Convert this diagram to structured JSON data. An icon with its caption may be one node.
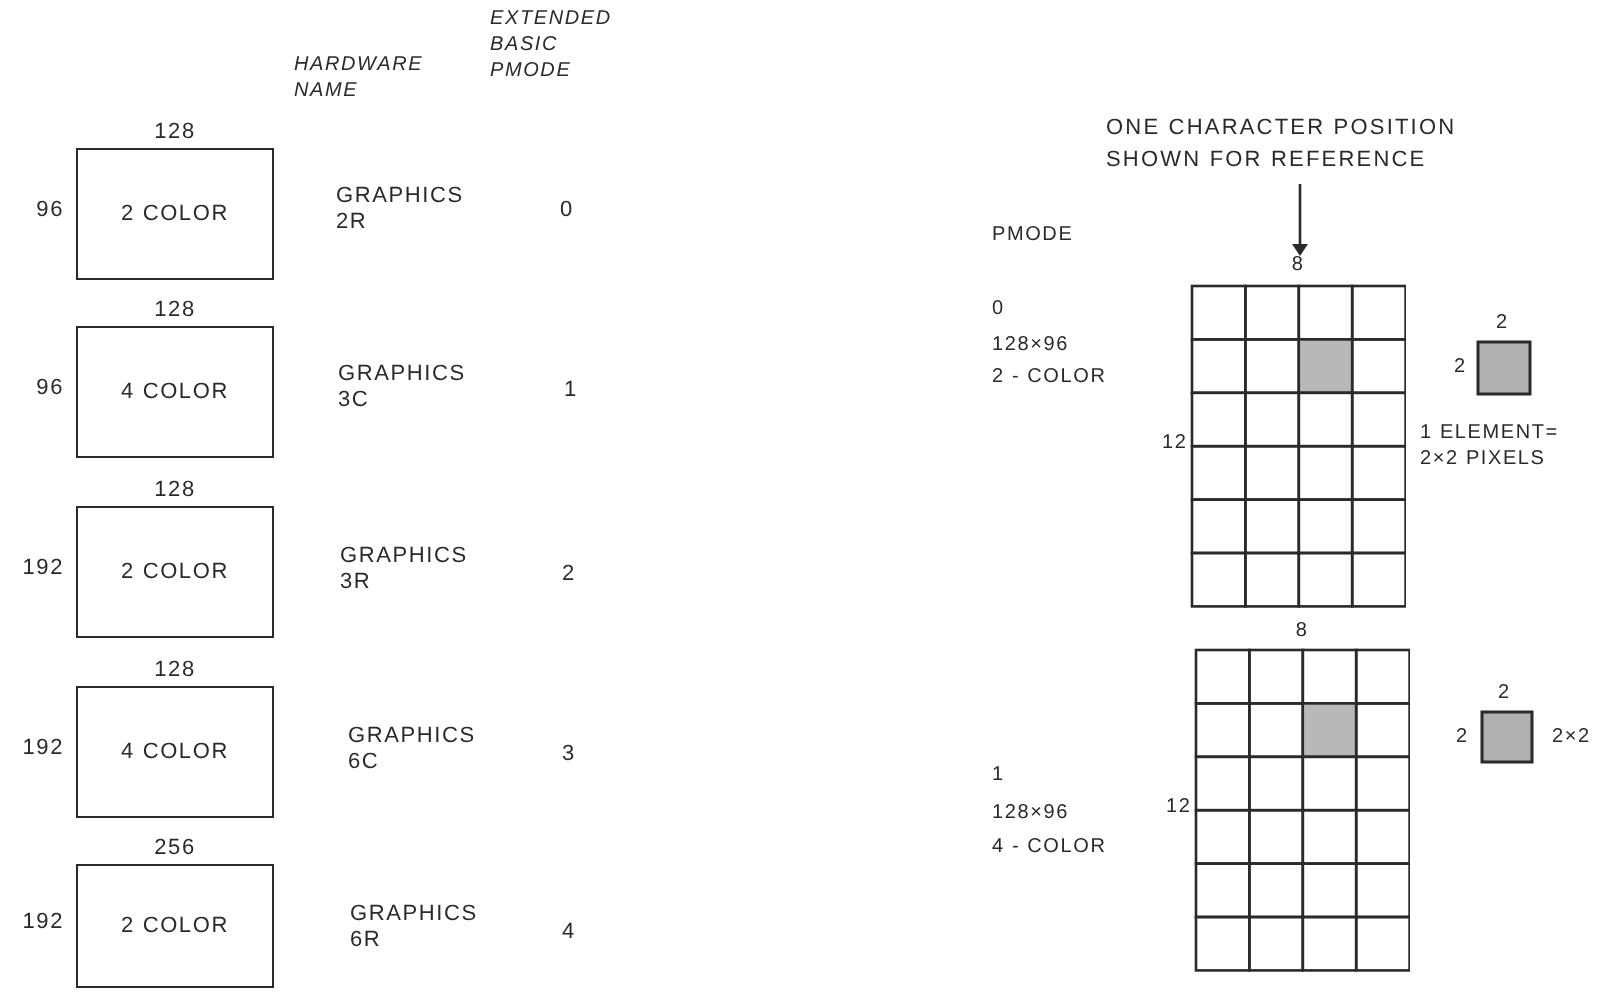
{
  "diagram": {
    "nodes": [
      {
        "text": [
          "2 COLOR"
        ],
        "beside": [
          "128",
          "96"
        ]
      },
      {
        "text": [
          "4 COLOR"
        ],
        "beside": [
          "128",
          "96"
        ]
      },
      {
        "text": [
          "2 COLOR"
        ],
        "beside": [
          "128",
          "192"
        ]
      },
      {
        "text": [
          "4 COLOR"
        ],
        "beside": [
          "128",
          "192"
        ]
      },
      {
        "text": [
          "2 COLOR"
        ],
        "beside": [
          "256",
          "192"
        ]
      },
      {
        "text": [
          "ONE CHARACTER POSITION SHOWN FOR REFERENCE"
        ]
      },
      {
        "text": [
          "8"
        ],
        "beside": [
          "12"
        ]
      },
      {
        "text": [
          "8"
        ],
        "beside": [
          "12"
        ]
      }
    ],
    "edges": [
      {
        "from": 5,
        "to": 6,
        "arrow": "to"
      }
    ],
    "labels": [
      "HARDWARE NAME",
      "EXTENDED BASIC PMODE",
      "GRAPHICS 2R",
      "0",
      "GRAPHICS 3C",
      "1",
      "GRAPHICS 3R",
      "2",
      "GRAPHICS 6C",
      "3",
      "GRAPHICS 6R",
      "4",
      "PMODE",
      "2",
      "2",
      "0",
      "128×96",
      "2 - COLOR",
      "1 ELEMENT= 2×2 PIXELS",
      "2",
      "2",
      "2×2",
      "1",
      "128×96",
      "4 - COLOR"
    ]
  }
}
